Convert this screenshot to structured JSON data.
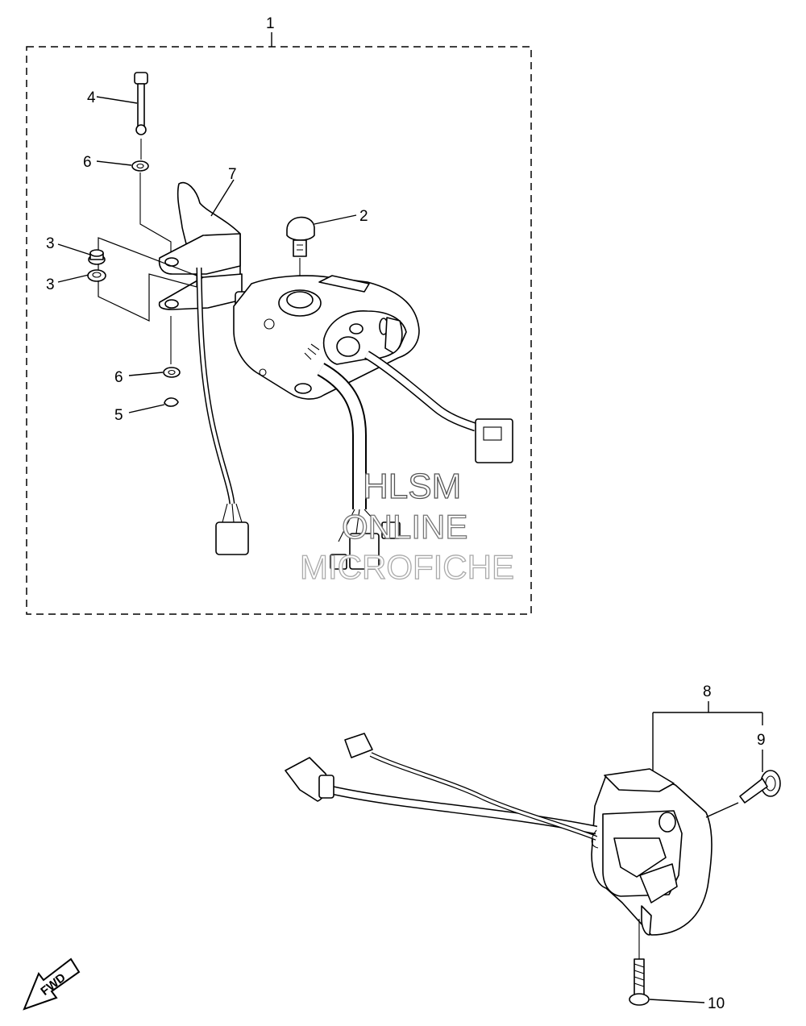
{
  "callouts": {
    "c1": "1",
    "c2": "2",
    "c3a": "3",
    "c3b": "3",
    "c4": "4",
    "c5": "5",
    "c6a": "6",
    "c6b": "6",
    "c7": "7",
    "c8": "8",
    "c9": "9",
    "c10": "10"
  },
  "watermark": {
    "line1": "HLSM",
    "line2": "ONLINE",
    "line3": "MICROFICHE"
  },
  "fwd_badge": "FWD"
}
